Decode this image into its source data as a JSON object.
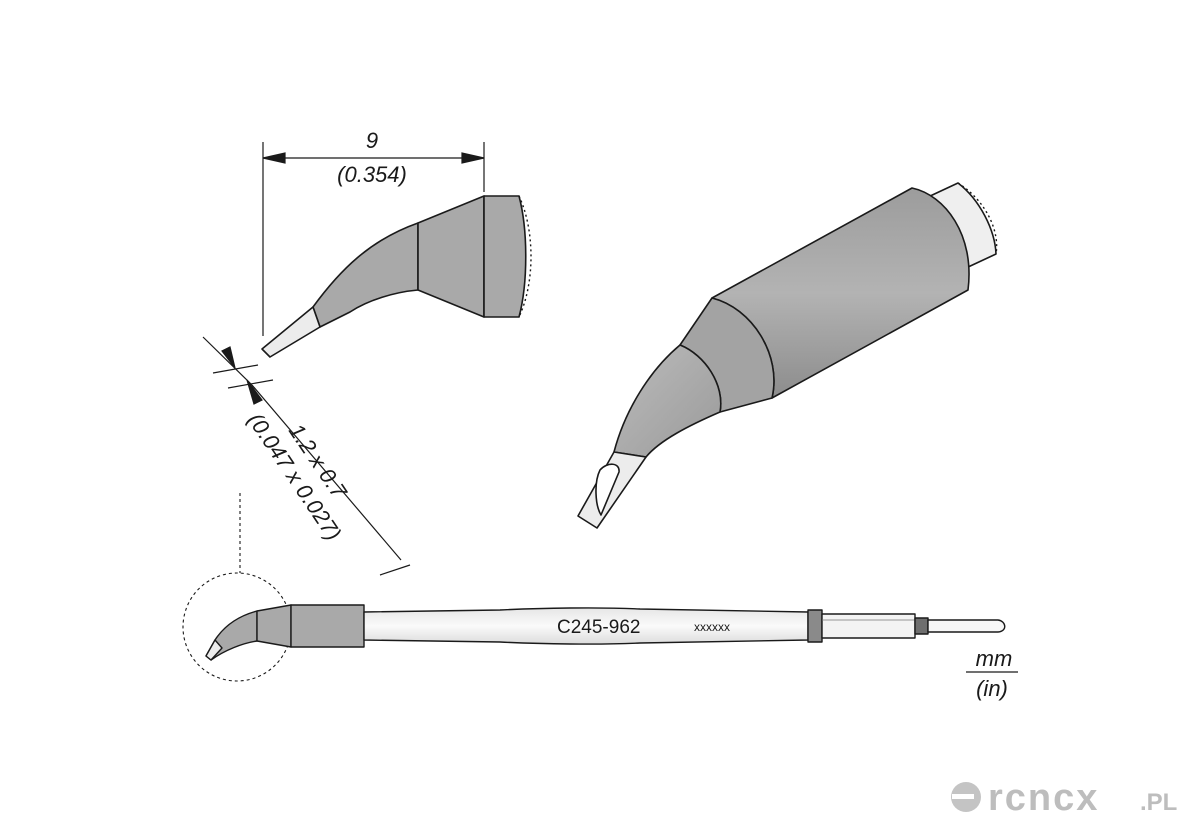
{
  "diagram": {
    "dimension_length": {
      "mm": "9",
      "inch": "(0.354)"
    },
    "dimension_tip": {
      "mm": "1.2 x 0.7",
      "inch": "(0.047 x 0.027)"
    },
    "part_number": "C245-962",
    "serial_placeholder": "xxxxxx",
    "units": {
      "mm": "mm",
      "inch": "(in)"
    }
  },
  "watermark": {
    "brand": "rcncx",
    "tld": ".PL"
  },
  "colors": {
    "body_gray": "#a9a9a9",
    "body_dark": "#8f8f8f",
    "tip_light": "#ececec",
    "shaft_light": "#f4f4f4",
    "line": "#1a1a1a",
    "watermark": "#bdbdbd"
  }
}
